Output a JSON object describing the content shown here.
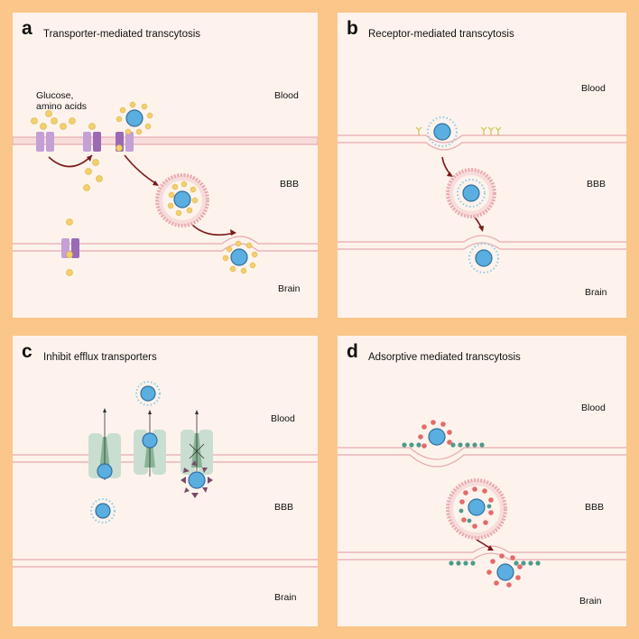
{
  "panels": {
    "a": {
      "letter": "a",
      "title": "Transporter-mediated transcytosis",
      "label_top": "Blood",
      "label_mid": "BBB",
      "label_bot": "Brain",
      "note_line1": "Glucose,",
      "note_line2": "amino acids"
    },
    "b": {
      "letter": "b",
      "title": "Receptor-mediated transcytosis",
      "label_top": "Blood",
      "label_mid": "BBB",
      "label_bot": "Brain"
    },
    "c": {
      "letter": "c",
      "title": "Inhibit efflux transporters",
      "label_top": "Blood",
      "label_mid": "BBB",
      "label_bot": "Brain"
    },
    "d": {
      "letter": "d",
      "title": "Adsorptive mediated transcytosis",
      "label_top": "Blood",
      "label_mid": "BBB",
      "label_bot": "Brain"
    }
  },
  "colors": {
    "background": "#fbc68a",
    "panel": "#fdf3ec",
    "membrane": "#e9a9b0",
    "nanoparticle": "#5aaee0",
    "ligand": "#f3d06b",
    "transporter": "#b48ac9",
    "efflux_pump": "#a9c9ad",
    "arrow": "#7b1a1a",
    "cationic": "#e46a6a",
    "anionic": "#4e9a8a"
  }
}
